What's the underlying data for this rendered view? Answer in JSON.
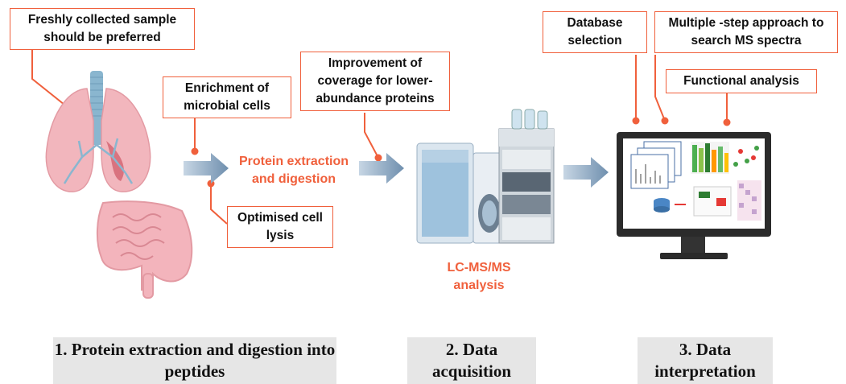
{
  "callouts": {
    "fresh_sample": "Freshly collected sample should be preferred",
    "enrichment": "Enrichment of microbial cells",
    "optimised_lysis": "Optimised cell lysis",
    "improvement": "Improvement of coverage for lower-abundance proteins",
    "database": "Database selection",
    "multiple_step": "Multiple -step approach to search MS spectra",
    "functional": "Functional analysis"
  },
  "process_labels": {
    "protein_extraction": "Protein extraction and digestion",
    "lcms": "LC-MS/MS analysis"
  },
  "steps": {
    "step1": "1. Protein extraction and digestion into peptides",
    "step2": "2. Data acquisition",
    "step3": "3. Data interpretation"
  },
  "colors": {
    "accent": "#f0603c",
    "step_box": "#e6e6e6",
    "arrow": "#7f9fbd"
  }
}
